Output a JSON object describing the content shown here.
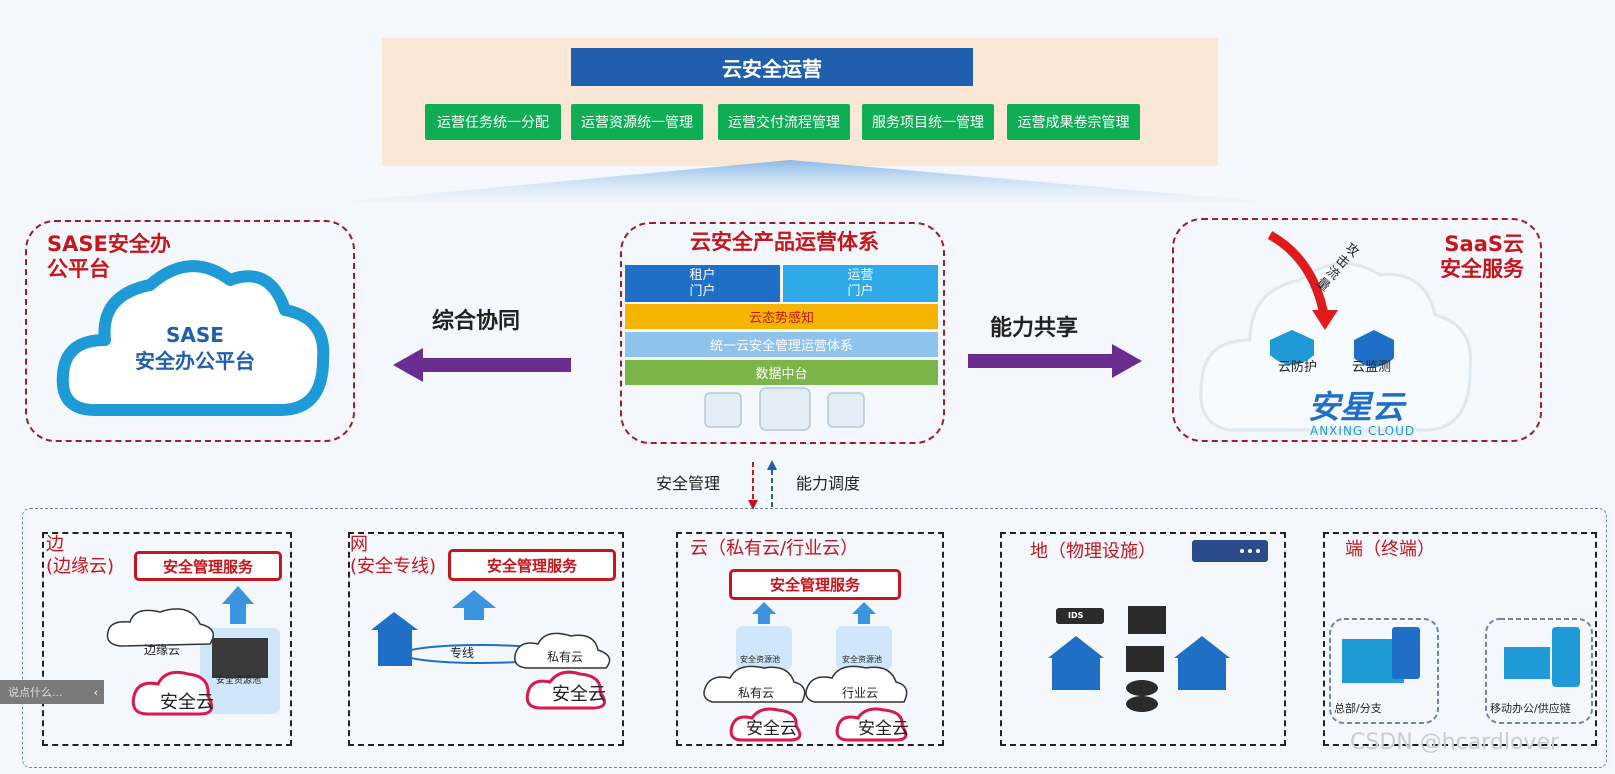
{
  "top": {
    "title": "云安全运营",
    "buttons": [
      "运营任务统一分配",
      "运营资源统一管理",
      "运营交付流程管理",
      "服务项目统一管理",
      "运营成果卷宗管理"
    ]
  },
  "left": {
    "title": "SASE安全办\n公平台",
    "cloud_line1": "SASE",
    "cloud_line2": "安全办公平台"
  },
  "center": {
    "title": "云安全产品运营体系",
    "portal_left": "租户\n门户",
    "portal_right": "运营\n门户",
    "situation": "云态势感知",
    "unified": "统一云安全管理运营体系",
    "data_center": "数据中台"
  },
  "right": {
    "title": "SaaS云\n安全服务",
    "attack": "攻击流量",
    "protect": "云防护",
    "monitor": "云监测",
    "brand": "安星云",
    "brand_en": "ANXING CLOUD"
  },
  "links": {
    "left": "综合协同",
    "right": "能力共享",
    "down": "安全管理",
    "up": "能力调度"
  },
  "bottom": {
    "edge": {
      "title": "边\n(边缘云)",
      "service": "安全管理服务",
      "cloud1": "边缘云",
      "cloud2": "安全云",
      "pool": "安全资源池"
    },
    "net": {
      "title": "网\n(安全专线)",
      "service": "安全管理服务",
      "line": "专线",
      "cloud1": "私有云",
      "cloud2": "安全云"
    },
    "cloud": {
      "title": "云（私有云/行业云）",
      "service": "安全管理服务",
      "pool1": "安全资源池",
      "pool2": "安全资源池",
      "cloud1": "私有云",
      "cloud2": "行业云",
      "sec1": "安全云",
      "sec2": "安全云"
    },
    "ground": {
      "title": "地（物理设施）",
      "ids": "IDS"
    },
    "end": {
      "title": "端（终端）",
      "hq": "总部/分支",
      "mobile": "移动办公/供应链"
    }
  },
  "nav": {
    "label": "说点什么..."
  },
  "watermark": "CSDN @hcardlover",
  "colors": {
    "red": "#c4161c",
    "blue": "#1f5fae",
    "green": "#0fae54",
    "purple": "#6a2c8e",
    "cloud_blue": "#1e9ad6"
  }
}
